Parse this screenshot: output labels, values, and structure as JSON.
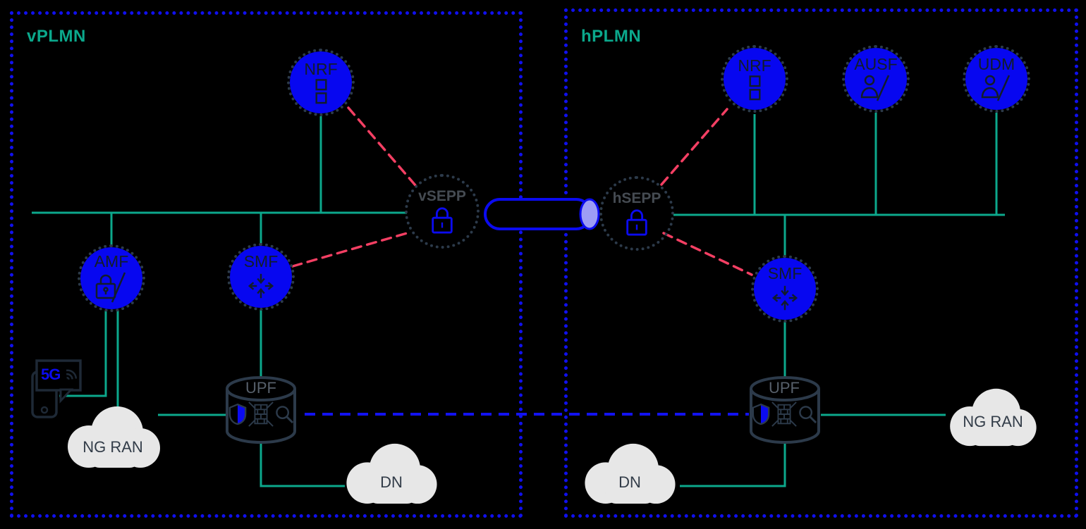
{
  "vplmn": {
    "label": "vPLMN",
    "nrf_label": "NRF",
    "amf_label": "AMF",
    "smf_label": "SMF",
    "sepp_label": "vSEPP",
    "upf_label": "UPF",
    "ngran_label": "NG RAN",
    "dn_label": "DN",
    "device_label": "5G"
  },
  "hplmn": {
    "label": "hPLMN",
    "nrf_label": "NRF",
    "ausf_label": "AUSF",
    "udm_label": "UDM",
    "smf_label": "SMF",
    "sepp_label": "hSEPP",
    "upf_label": "UPF",
    "ngran_label": "NG RAN",
    "dn_label": "DN"
  },
  "colors": {
    "background": "#000000",
    "plmn_border_blue": "#1010ee",
    "plmn_label_teal": "#0ba88c",
    "node_fill_blue": "#0707f0",
    "node_ring_dark": "#2c3a4a",
    "teal_line": "#0ca88c",
    "red_dashed_line": "#f43f63",
    "n9_dashed_blue": "#1212f0",
    "cloud_gray": "#e7e7e7",
    "pipe_blue": "#0b0bf0",
    "pipe_cap_lavender": "#9d9df5",
    "sepp_lock_blue": "#0b0bf0"
  }
}
